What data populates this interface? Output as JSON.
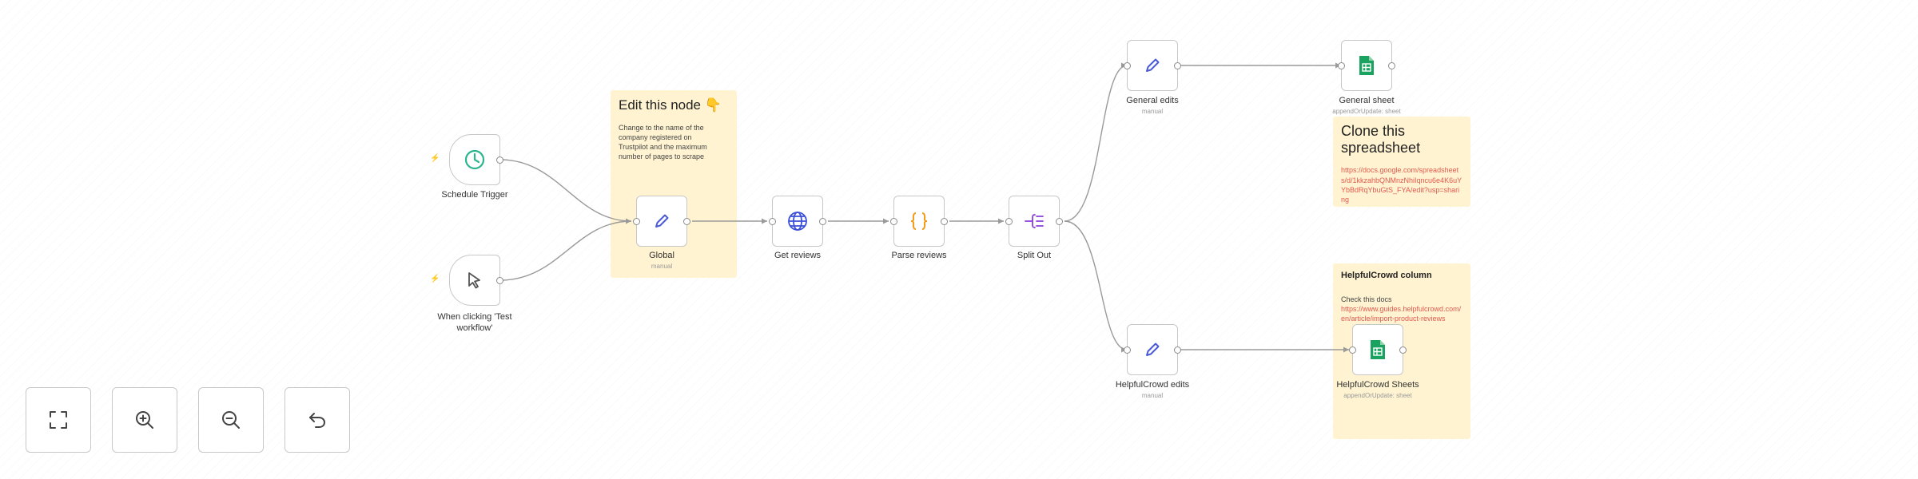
{
  "notes": {
    "edit": {
      "title": "Edit this node 👇",
      "body": "Change to the name of the company registered on Trustpilot and the maximum number of pages to scrape"
    },
    "clone": {
      "title": "Clone this spreadsheet",
      "link": "https://docs.google.com/spreadsheets/d/1kkzahbQNMnzNhiIqncu6e4K6uYYbBdRqYbuGtS_FYA/edit?usp=sharing"
    },
    "helpful": {
      "title": "HelpfulCrowd column",
      "body": "Check this docs",
      "link": "https://www.guides.helpfulcrowd.com/en/article/import-product-reviews"
    }
  },
  "nodes": {
    "schedule": {
      "label": "Schedule Trigger",
      "icon": "clock-icon"
    },
    "manual": {
      "label": "When clicking 'Test workflow'",
      "icon": "cursor-arrow-icon"
    },
    "global": {
      "label": "Global",
      "sub": "manual",
      "icon": "pencil-icon"
    },
    "get_reviews": {
      "label": "Get reviews",
      "icon": "globe-icon"
    },
    "parse_reviews": {
      "label": "Parse reviews",
      "icon": "braces-icon"
    },
    "split_out": {
      "label": "Split Out",
      "icon": "split-out-icon"
    },
    "general_edits": {
      "label": "General edits",
      "sub": "manual",
      "icon": "pencil-icon"
    },
    "general_sheet": {
      "label": "General sheet",
      "sub": "appendOrUpdate: sheet",
      "icon": "google-sheets-icon"
    },
    "helpful_edits": {
      "label": "HelpfulCrowd edits",
      "sub": "manual",
      "icon": "pencil-icon"
    },
    "helpful_sheets": {
      "label": "HelpfulCrowd Sheets",
      "sub": "appendOrUpdate: sheet",
      "icon": "google-sheets-icon"
    }
  },
  "controls": [
    {
      "name": "fit-view-button",
      "icon": "fullscreen-icon"
    },
    {
      "name": "zoom-in-button",
      "icon": "zoom-in-icon"
    },
    {
      "name": "zoom-out-button",
      "icon": "zoom-out-icon"
    },
    {
      "name": "undo-button",
      "icon": "undo-icon"
    }
  ],
  "colors": {
    "note_background": "#fff3d1",
    "link": "#e1594f",
    "pencil": "#4b5bd6",
    "globe": "#3b4fd8",
    "braces": "#f29a1a",
    "split_out": "#8b3fd9",
    "clock": "#2bb58f",
    "sheets": "#1aa260",
    "trigger_bolt": "#ff6f5c"
  }
}
